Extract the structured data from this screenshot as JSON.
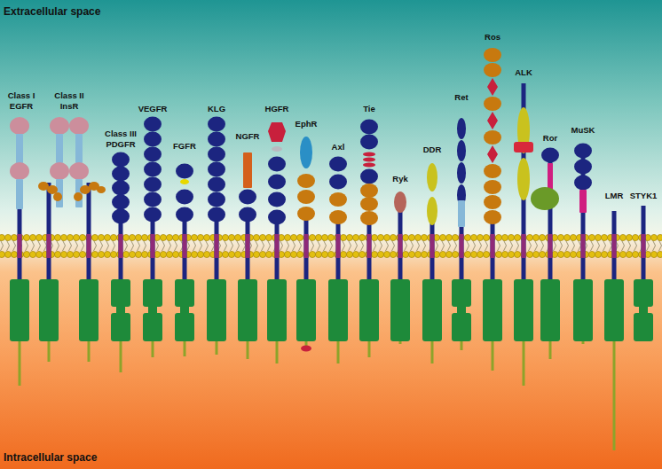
{
  "diagram": {
    "labels": [
      "Extracellular space",
      "Intracellular space",
      "Class I EGFR",
      "Class II InsR",
      "Class III PDGFR",
      "VEGFR",
      "FGFR",
      "KLG",
      "NGFR",
      "HGFR",
      "EphR",
      "Axl",
      "Tie",
      "Ryk",
      "DDR",
      "Ret",
      "Ros",
      "ALK",
      "Ror",
      "MuSK",
      "LMR",
      "STYK1"
    ]
  }
}
